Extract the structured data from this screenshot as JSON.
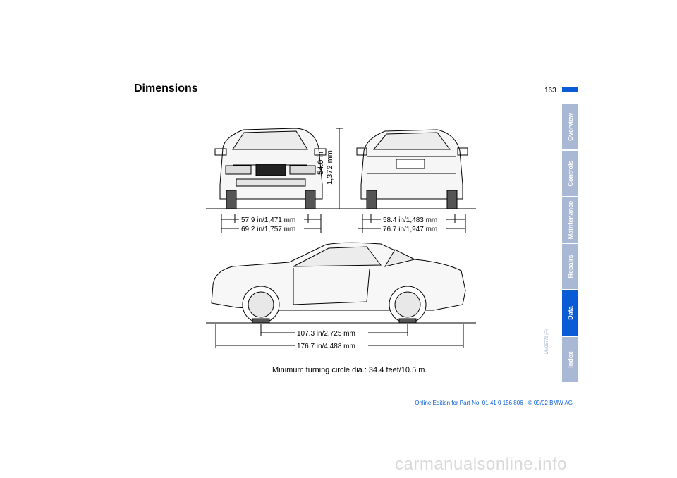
{
  "page": {
    "heading": "Dimensions",
    "page_number": "163",
    "caption": "Minimum turning circle dia.: 34.4 feet/10.5 m.",
    "figure_code": "MV05779 jF.k",
    "footer": "Online Edition for Part-No. 01 41 0 156 806 - © 09/02 BMW AG",
    "watermark": "carmanualsonline.info"
  },
  "tabs": [
    {
      "label": "Overview",
      "active": false
    },
    {
      "label": "Controls",
      "active": false
    },
    {
      "label": "Maintenance",
      "active": false
    },
    {
      "label": "Repairs",
      "active": false
    },
    {
      "label": "Data",
      "active": true
    },
    {
      "label": "Index",
      "active": false
    }
  ],
  "dimensions": {
    "height_in": "54.0 in",
    "height_mm": "1,372 mm",
    "front_track": "57.9 in/1,471 mm",
    "width_front": "69.2 in/1,757 mm",
    "rear_track": "58.4 in/1,483 mm",
    "width_rear": "76.7 in/1,947 mm",
    "wheelbase": "107.3 in/2,725 mm",
    "length": "176.7 in/4,488 mm"
  },
  "colors": {
    "accent": "#0a5cd6",
    "tab_inactive": "#a9b8d4"
  }
}
